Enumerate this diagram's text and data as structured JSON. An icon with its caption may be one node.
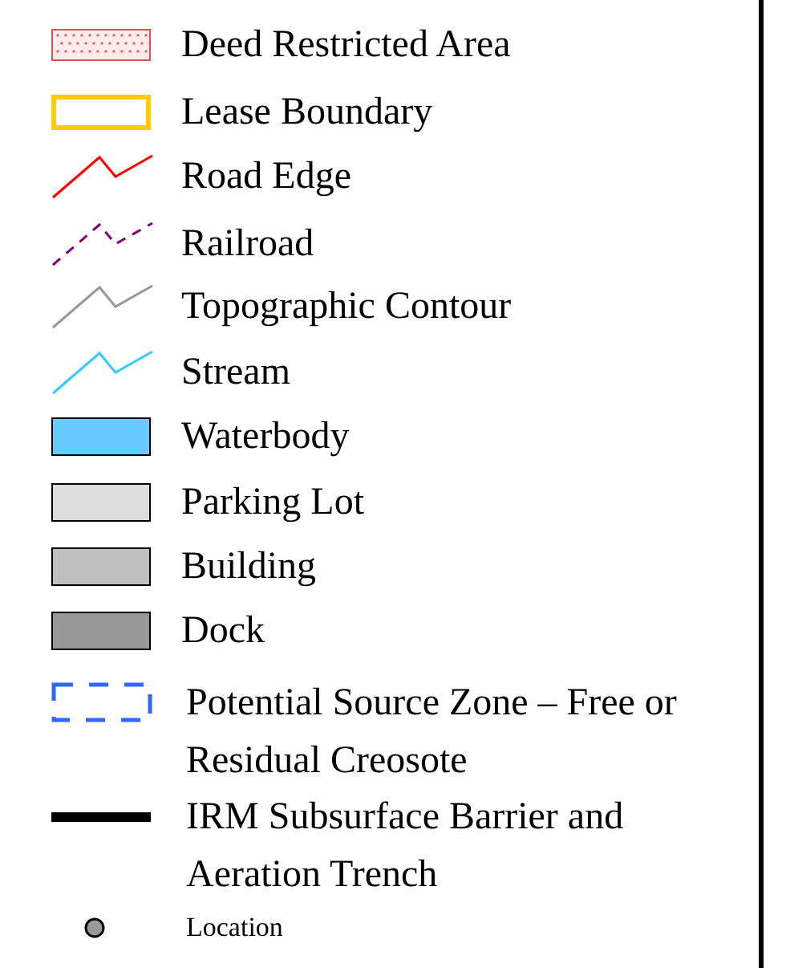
{
  "diagram": {
    "legend": [
      {
        "text": "Deed Restricted Area"
      },
      {
        "text": "Lease Boundary"
      },
      {
        "text": "Road Edge"
      },
      {
        "text": "Railroad"
      },
      {
        "text": "Topographic Contour"
      },
      {
        "text": "Stream"
      },
      {
        "text": "Waterbody",
        "color": "#66ccff"
      },
      {
        "text": "Parking Lot",
        "color": "#dddddd"
      },
      {
        "text": "Building",
        "color": "#c0c0c0"
      },
      {
        "text": "Dock",
        "color": "#999999"
      },
      {
        "text": "Potential Source Zone – Free or Residual Creosote"
      },
      {
        "text": "IRM Subsurface Barrier and Aeration Trench"
      },
      {
        "text": "Location"
      }
    ]
  }
}
